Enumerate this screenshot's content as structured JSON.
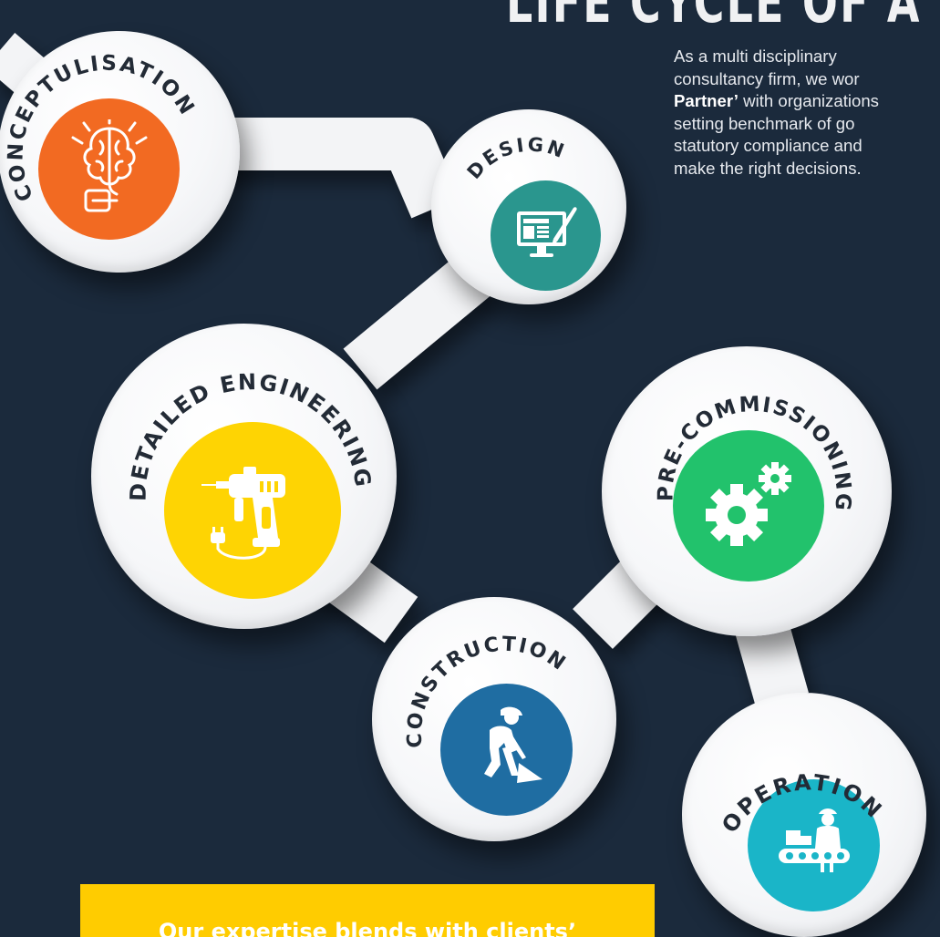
{
  "header": {
    "title": "LIFE CYCLE OF A P",
    "intro_line1": "As a multi disciplinary",
    "intro_line2": "consultancy firm, we wor",
    "intro_line3_bold": "Partner’",
    "intro_line3_rest": " with organizations",
    "intro_line4": "setting benchmark of go",
    "intro_line5": "statutory compliance and",
    "intro_line6": "make the right decisions."
  },
  "stages": [
    {
      "id": "conceptualisation",
      "label": "CONCEPTULISATION",
      "color": "#f26a22",
      "icon": "brain-bulb-icon"
    },
    {
      "id": "design",
      "label": "DESIGN",
      "color": "#2a968e",
      "icon": "monitor-brush-icon"
    },
    {
      "id": "detailed-engineering",
      "label": "DETAILED ENGINEERING",
      "color": "#fed403",
      "icon": "drill-icon"
    },
    {
      "id": "pre-commissioning",
      "label": "PRE-COMMISSIONING",
      "color": "#22c26c",
      "icon": "gears-icon"
    },
    {
      "id": "construction",
      "label": "CONSTRUCTION",
      "color": "#1f6da2",
      "icon": "worker-shovel-icon"
    },
    {
      "id": "operation",
      "label": "OPERATION",
      "color": "#1ab5c8",
      "icon": "conveyor-worker-icon"
    }
  ],
  "banner": {
    "text": "Our expertise blends with clients’",
    "color": "#ffcc00"
  }
}
